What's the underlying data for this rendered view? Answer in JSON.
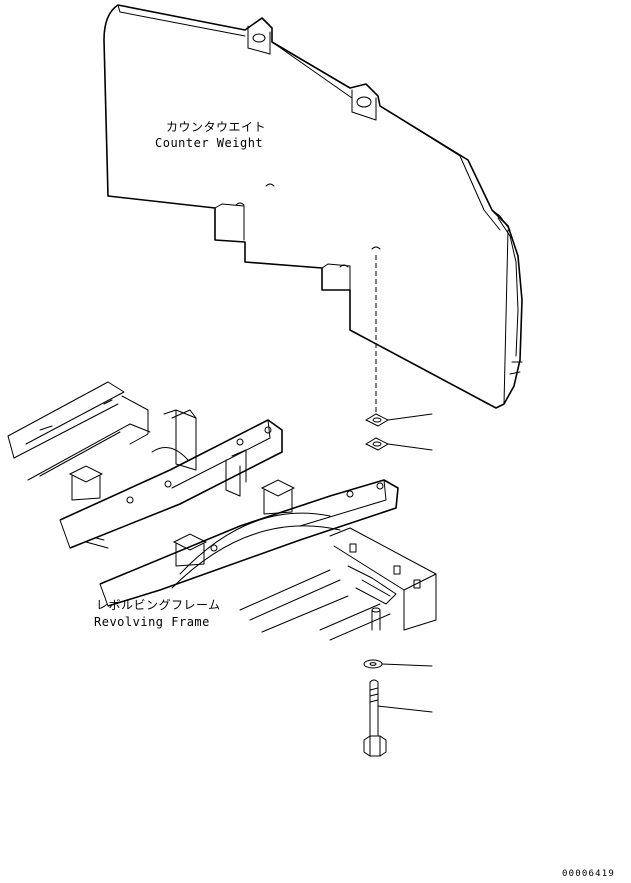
{
  "labels": {
    "counterweight_jp": "カウンタウエイト",
    "counterweight_en": "Counter Weight",
    "frame_jp": "レボルビングフレーム",
    "frame_en": "Revolving Frame"
  },
  "reference_number": "00006419"
}
